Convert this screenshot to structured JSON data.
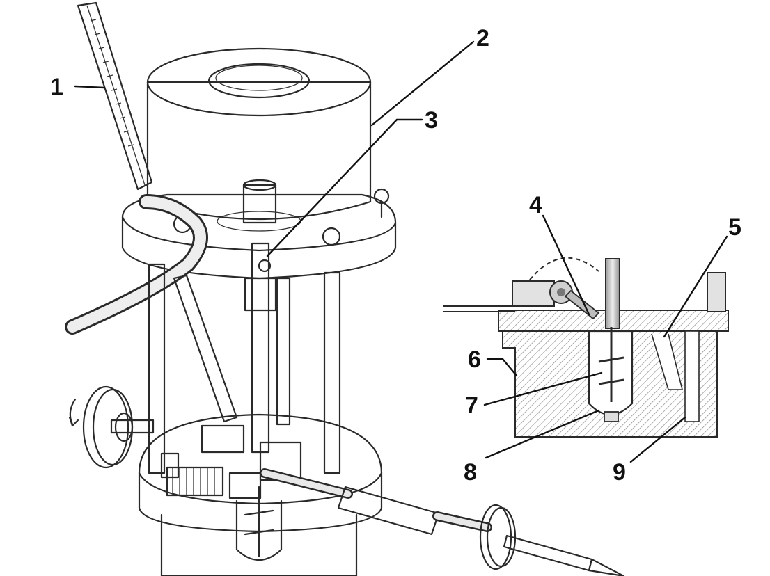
{
  "callouts": [
    {
      "id": "1",
      "text": "1"
    },
    {
      "id": "2",
      "text": "2"
    },
    {
      "id": "3",
      "text": "3"
    },
    {
      "id": "4",
      "text": "4"
    },
    {
      "id": "5",
      "text": "5"
    },
    {
      "id": "6",
      "text": "6"
    },
    {
      "id": "7",
      "text": "7"
    },
    {
      "id": "8",
      "text": "8"
    },
    {
      "id": "9",
      "text": "9"
    }
  ],
  "colors": {
    "ink": "#2a2a2a",
    "metal_fill": "#e6e6e6",
    "shade": "#bdbdbd",
    "hatch": "#8a8a8a",
    "background": "#ffffff"
  }
}
